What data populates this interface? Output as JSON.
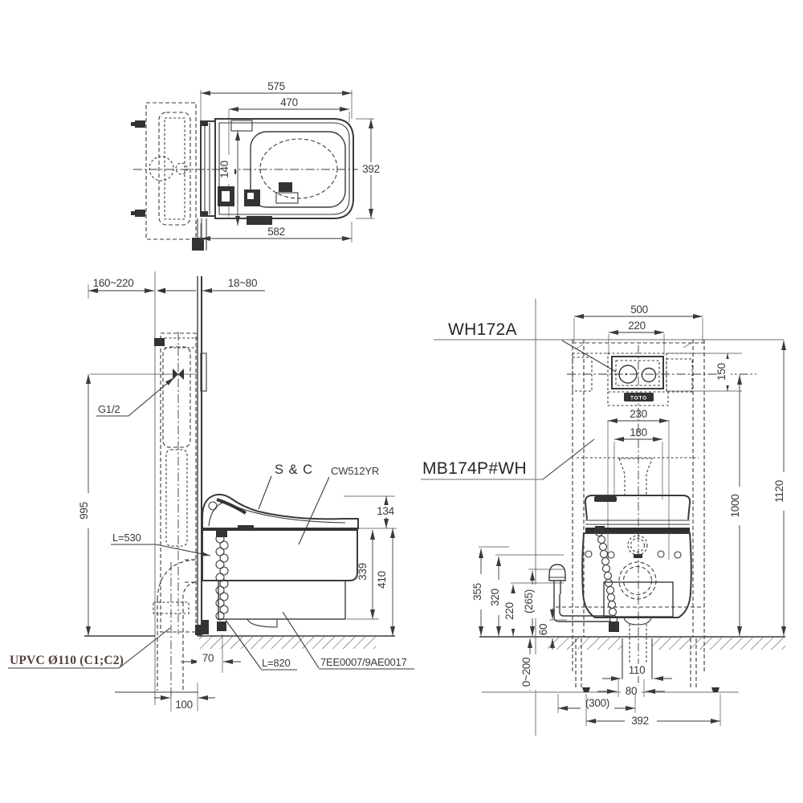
{
  "drawing": {
    "labels": {
      "flush_plate_model": "WH172A",
      "frame_model": "MB174P#WH",
      "seat_and_cover": "S & C",
      "bowl_model": "CW512YR",
      "water_inlet": "G1/2",
      "drain_pipe": "UPVC Ø110 (C1;C2)",
      "inlet_hose_length": "L=530",
      "supply_hose_length": "L=820",
      "accessory_code": "7EE0007/9AE0017",
      "brand": "TOTO"
    },
    "top_view": {
      "dim_575": "575",
      "dim_470": "470",
      "dim_392": "392",
      "dim_582": "582",
      "dim_140": "140"
    },
    "side_view": {
      "dim_wall_depth": "160~220",
      "dim_panel": "18~80",
      "dim_995": "995",
      "dim_134": "134",
      "dim_339": "339",
      "dim_410": "410",
      "dim_70": "70",
      "dim_100": "100"
    },
    "front_view": {
      "dim_500": "500",
      "dim_plate_220": "220",
      "dim_150": "150",
      "dim_230": "230",
      "dim_180": "180",
      "dim_1000": "1000",
      "dim_1120": "1120",
      "dim_355": "355",
      "dim_320": "320",
      "dim_220": "220",
      "dim_265": "(265)",
      "dim_60": "60",
      "dim_0_200": "0~200",
      "dim_110": "110",
      "dim_80": "80",
      "dim_300": "(300)",
      "dim_392": "392"
    }
  }
}
